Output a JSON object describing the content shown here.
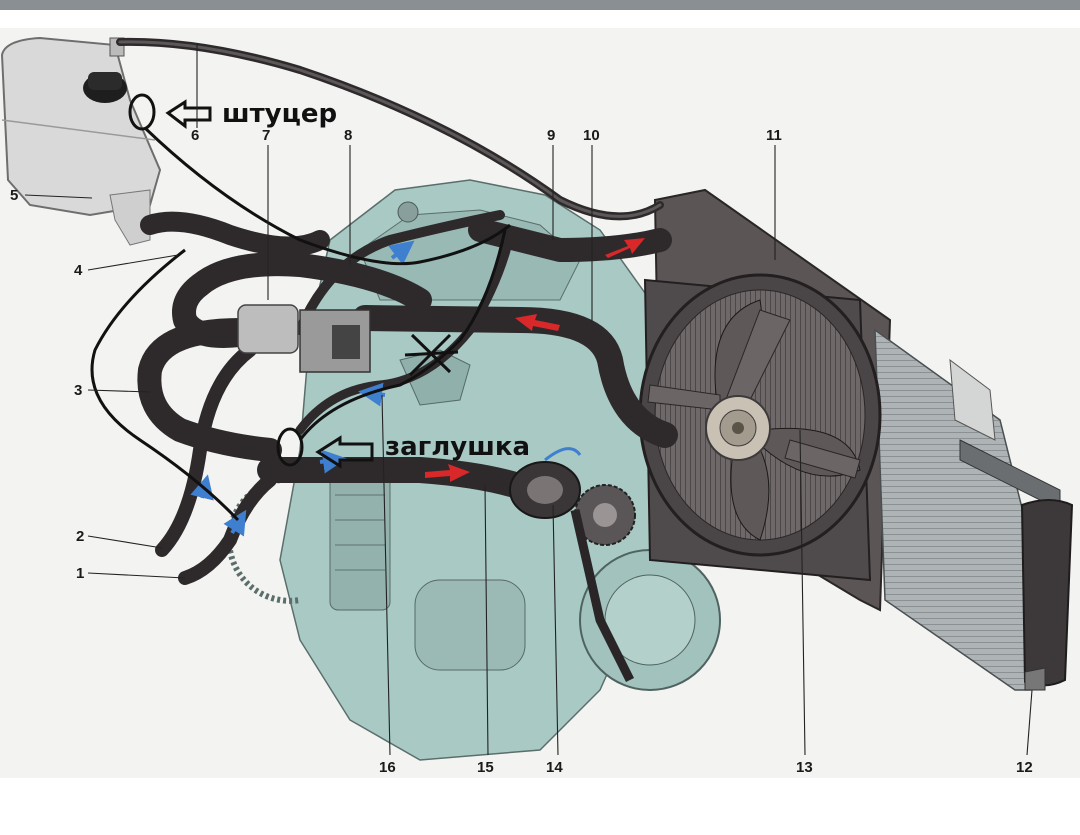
{
  "callouts": {
    "c1": "1",
    "c2": "2",
    "c3": "3",
    "c4": "4",
    "c5": "5",
    "c6": "6",
    "c7": "7",
    "c8": "8",
    "c9": "9",
    "c10": "10",
    "c11": "11",
    "c12": "12",
    "c13": "13",
    "c14": "14",
    "c15": "15",
    "c16": "16"
  },
  "annotations": {
    "fitting": "штуцер",
    "plug": "заглушка"
  },
  "colors": {
    "hose": "#2e2a2b",
    "engine": "#a9c9c4",
    "radiator": "#5b5556",
    "flow_arrow_hot": "#d8282a",
    "flow_arrow_cold": "#3f7fcf",
    "tank": "#d9d9d9"
  }
}
